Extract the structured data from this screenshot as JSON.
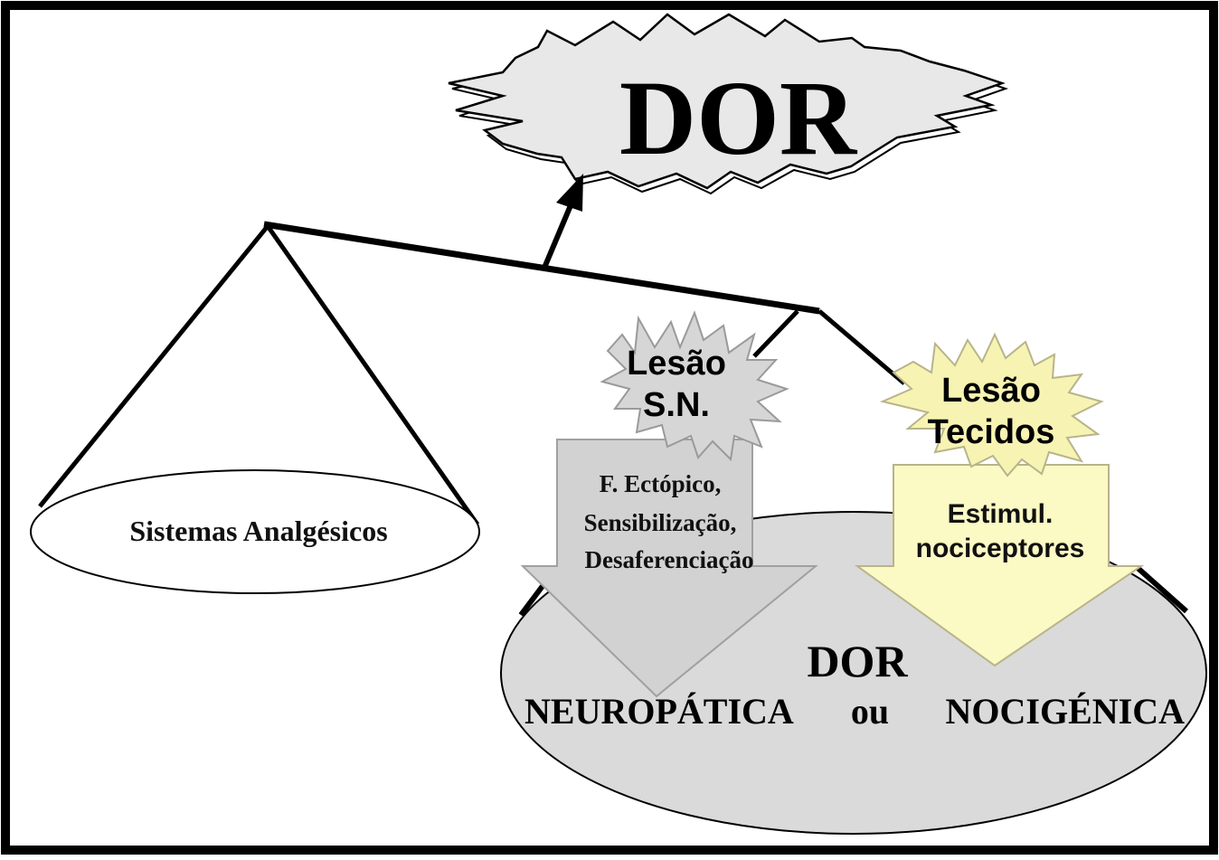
{
  "title": "DOR",
  "left_pan": {
    "label": "Sistemas Analgésicos"
  },
  "burst_sn": {
    "line1": "Lesão",
    "line2": "S.N."
  },
  "burst_tecidos": {
    "line1": "Lesão",
    "line2": "Tecidos"
  },
  "arrow_neuropathic": {
    "line1": "F. Ectópico,",
    "line2": "Sensibilização,",
    "line3": "Desaferenciação"
  },
  "arrow_nociceptive": {
    "line1": "Estimul.",
    "line2": "nociceptores"
  },
  "right_pan": {
    "title": "DOR",
    "left_word": "NEUROPÁTICA",
    "middle_word": "ou",
    "right_word": "NOCIGÉNICA"
  },
  "colors": {
    "frame": "#000000",
    "gray_fill": "#d6d6d6",
    "light_gray_fill": "#e3e3e3",
    "yellow_fill": "#fbf9c4",
    "yellow_burst": "#f7f3b3"
  }
}
